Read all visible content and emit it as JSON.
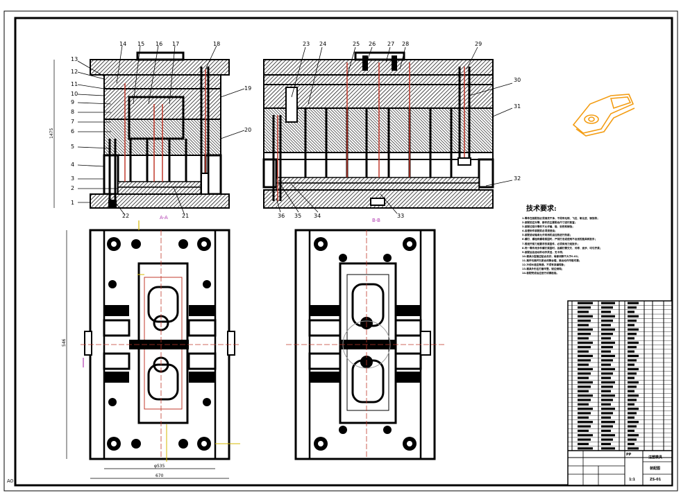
{
  "callouts_front": [
    "14",
    "15",
    "16",
    "17",
    "18",
    "13",
    "12",
    "11",
    "10",
    "9",
    "8",
    "7",
    "6",
    "5",
    "4",
    "3",
    "2",
    "1",
    "22",
    "21",
    "19",
    "20"
  ],
  "callouts_side": [
    "23",
    "24",
    "25",
    "26",
    "27",
    "28",
    "29",
    "30",
    "31",
    "32",
    "33",
    "34",
    "35",
    "36"
  ],
  "view_labels": {
    "front": "A-A",
    "side": "B-B"
  },
  "dimensions": {
    "height_front": "1475",
    "height_plan": "546",
    "width_plan_inner": "φ535",
    "width_plan_outer": "670"
  },
  "notes_title": "技术要求:",
  "notes": [
    "1.零件在装配前必须清洗干净，不得有毛刺、飞边、氧化皮、锈蚀等；",
    "2.装配前应对零、部件的主要配合尺寸进行复查；",
    "3.装配过程中零件不允许磕、碰、划伤和锈蚀；",
    "4.各密封件装配前必须浸透油；",
    "5.装配滚动轴承允许采用机油加热进行热装；",
    "6.螺钉、螺栓和螺母紧固时，严禁打击或使用不合适的旋具和扳手；",
    "7.规定拧紧力矩要求的紧固件，必须采用力矩扳手；",
    "8.同一零件用多件螺钉紧固时，各螺钉需交叉、对称、逐步、均匀拧紧；",
    "9.装配后各运动件动作灵活，无卡滞；",
    "10.模具分型面应贴合良好，局部间隙不大于0.02；",
    "11.推杆与推杆孔配合间隙合理，推出动作平稳可靠；",
    "12.冷却水道应畅通，不得有渗漏现象；",
    "13.模具外形应打磨平整，锐边倒钝；",
    "14.装配完成后应进行试模检验。"
  ],
  "title_block": {
    "material": "PP",
    "title": "注塑模具",
    "drawing_name": "装配图",
    "sheet": "A0",
    "no": "ZS-01",
    "scale": "1:1"
  },
  "bom_rows": 34
}
